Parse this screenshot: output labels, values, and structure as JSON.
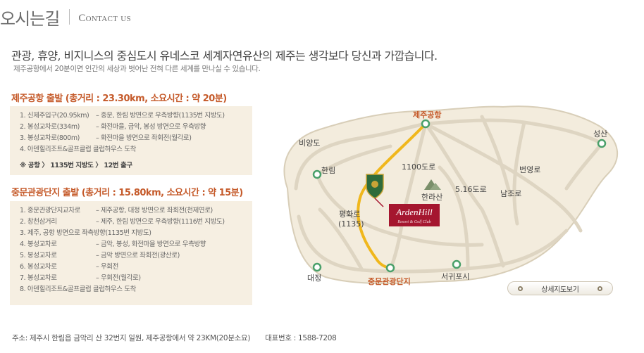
{
  "header": {
    "title": "오시는길",
    "subtitle": "Contact us"
  },
  "intro": {
    "lead": "관광, 휴양, 비지니스의 중심도시 유네스코 세계자연유산의 제주는 생각보다 당신과 가깝습니다.",
    "sub": "제주공항에서 20분이면 인간의 세상과 벗어난 전혀 다른 세계를 만나실 수 있습니다."
  },
  "airport_route": {
    "title": "제주공항 출발 (총거리 : 23.30km, 소요시간 : 약 20분)",
    "steps": [
      {
        "a": "1. 신제주입구(20.95km)",
        "b": "– 중문, 한림 방면으로 우측방향(1135번 지방도)"
      },
      {
        "a": "2. 봉성교차로(334m)",
        "b": "– 화전마을, 금악, 봉성 방면으로 우측방향"
      },
      {
        "a": "3. 봉성교차로(800m)",
        "b": "– 화전마을 방면으로 좌회전(월각로)"
      },
      {
        "a": "4. 아덴힐리조트&골프클럽 클럽하우스 도착",
        "b": ""
      }
    ],
    "note": "※ 공항 〉 1135번 지방도 〉 12번 출구"
  },
  "jungmun_route": {
    "title": "중문관광단지 출발 (총거리 : 15.80km, 소요시간 : 약 15분)",
    "steps": [
      {
        "a": "1. 중문관광단지교차로",
        "b": "– 제주공항, 대정 방면으로 좌회전(천제연로)"
      },
      {
        "a": "2. 창천삼거리",
        "b": "– 제주, 한림 방면으로 우측방향(1116번 지방도)"
      },
      {
        "a": "3. 제주, 공항 방면으로 좌측방향(1135번 지방도)",
        "b": ""
      },
      {
        "a": "4. 봉성교차로",
        "b": "– 금악, 봉성, 화전마을 방면으로 우측방향"
      },
      {
        "a": "5. 봉성교차로",
        "b": "– 금악 방면으로 좌회전(광산로)"
      },
      {
        "a": "6. 봉성교차로",
        "b": "– 우회전"
      },
      {
        "a": "7. 봉성교차로",
        "b": "– 우회전(월각로)"
      },
      {
        "a": "8. 아덴힐리조트&골프클럽 클럽하우스 도착",
        "b": ""
      }
    ]
  },
  "footer": {
    "address": "주소: 제주시 한림읍 금악리 산 32번지 일원, 제주공항에서 약 23KM(20분소요)",
    "tel": "대표번호 : 1588-7208"
  },
  "map": {
    "labels": {
      "airport": "제주공항",
      "biyangdo": "비양도",
      "hallim": "한림",
      "road1100": "1100도로",
      "hallasan": "한라산",
      "road516": "5.16도로",
      "beonyeong": "번영로",
      "namjo": "남조로",
      "seongsan": "성산",
      "pyeonghwa": "평화로",
      "road1135": "(1135)",
      "daejeong": "대정",
      "jungmun": "중문관광단지",
      "seogwipo": "서귀포시",
      "logo_main": "ArdenHill",
      "logo_sub": "Resort & Golf Club"
    },
    "colors": {
      "island": "#f3ecdd",
      "road": "#ded5c2",
      "route": "#f0b71c",
      "station": "#4aa06a",
      "label_accent": "#c55a2a",
      "logo_bg": "#a5162f"
    },
    "detail_button": "상세지도보기"
  }
}
